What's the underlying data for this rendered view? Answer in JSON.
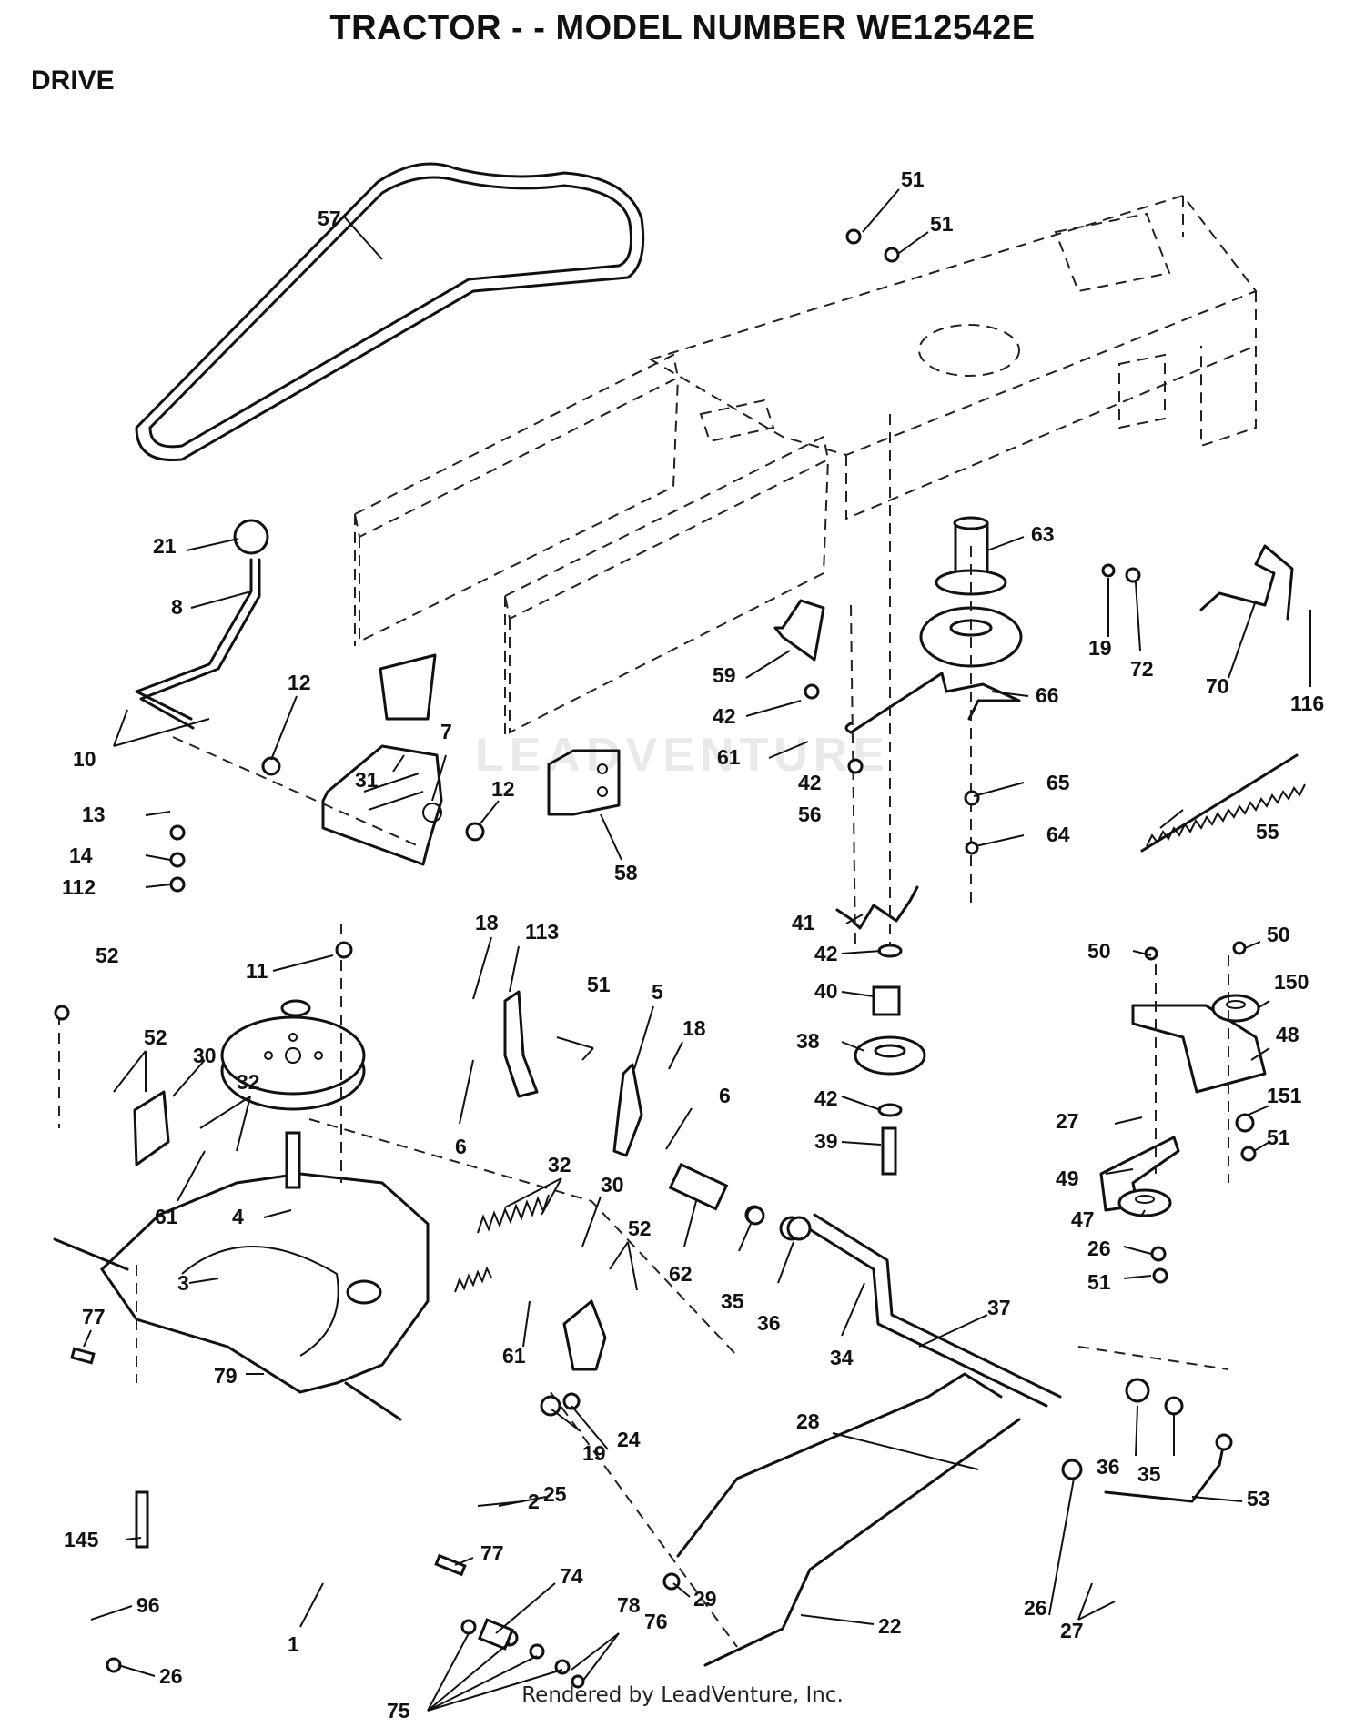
{
  "header": {
    "title": "TRACTOR - - MODEL NUMBER WE12542E",
    "section": "DRIVE"
  },
  "watermark": "LEADVENTURE",
  "footer": {
    "credit": "Rendered by LeadVenture, Inc."
  },
  "callouts": {
    "c57": "57",
    "c51a": "51",
    "c51b": "51",
    "c63": "63",
    "c19a": "19",
    "c72": "72",
    "c70": "70",
    "c116": "116",
    "c21": "21",
    "c8": "8",
    "c59": "59",
    "c66": "66",
    "c42a": "42",
    "c61a": "61",
    "c42b": "42",
    "c56": "56",
    "c65": "65",
    "c64": "64",
    "c55": "55",
    "c12a": "12",
    "c12b": "12",
    "c10": "10",
    "c31": "31",
    "c7": "7",
    "c13": "13",
    "c14": "14",
    "c112": "112",
    "c58": "58",
    "c41": "41",
    "c42c": "42",
    "c40": "40",
    "c38": "38",
    "c42d": "42",
    "c39": "39",
    "c18a": "18",
    "c113": "113",
    "c51c": "51",
    "c5": "5",
    "c18b": "18",
    "c6a": "6",
    "c6b": "6",
    "c11": "11",
    "c52a": "52",
    "c52b": "52",
    "c30a": "30",
    "c32a": "32",
    "c61b": "61",
    "c4": "4",
    "c3": "3",
    "c50a": "50",
    "c50b": "50",
    "c150": "150",
    "c48": "48",
    "c27a": "27",
    "c151": "151",
    "c51d": "51",
    "c49": "49",
    "c47": "47",
    "c26a": "26",
    "c51e": "51",
    "c32b": "32",
    "c30b": "30",
    "c52c": "52",
    "c61c": "61",
    "c62": "62",
    "c35a": "35",
    "c36a": "36",
    "c34": "34",
    "c37": "37",
    "c77a": "77",
    "c79": "79",
    "c24": "24",
    "c19b": "19",
    "c25": "25",
    "c28": "28",
    "c36b": "36",
    "c35b": "35",
    "c53": "53",
    "c2": "2",
    "c145": "145",
    "c77b": "77",
    "c74": "74",
    "c29": "29",
    "c22": "22",
    "c26b": "26",
    "c27b": "27",
    "c96": "96",
    "c1": "1",
    "c78": "78",
    "c76": "76",
    "c26c": "26",
    "c75": "75"
  }
}
